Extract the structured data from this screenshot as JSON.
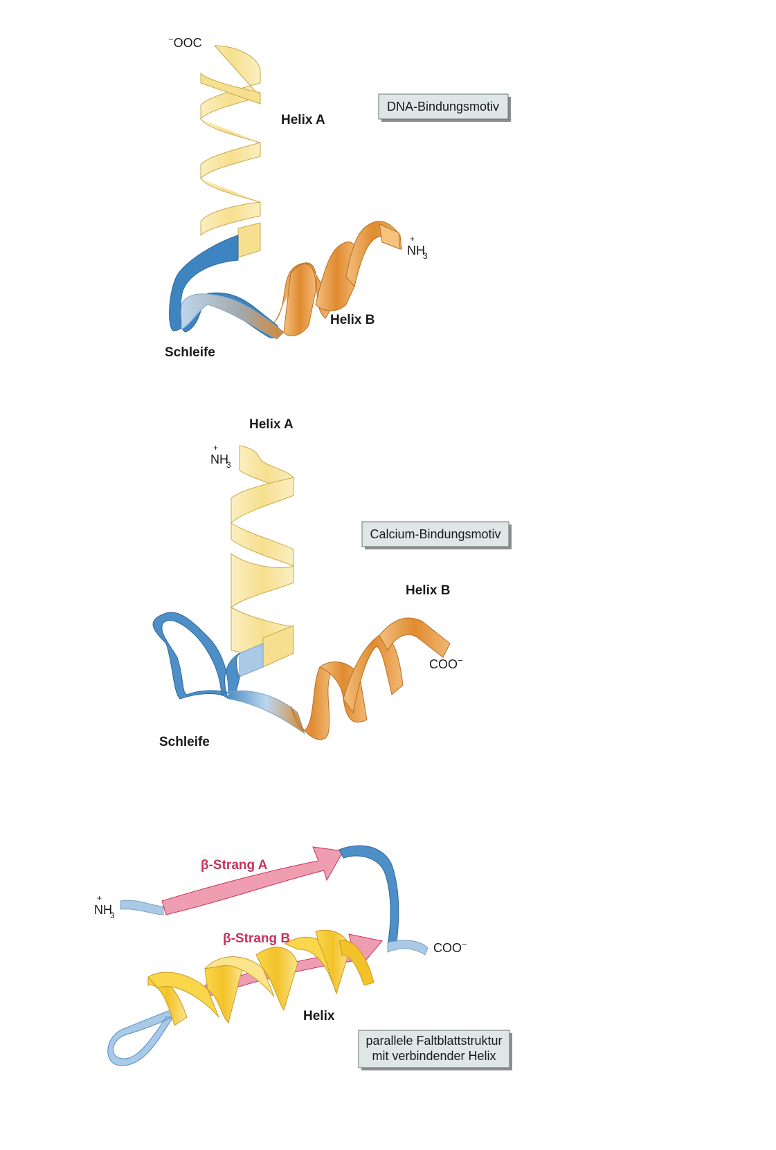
{
  "panel1": {
    "title": "DNA-Bindungsmotiv",
    "helix_a": "Helix A",
    "helix_b": "Helix B",
    "loop": "Schleife",
    "c_terminus": "OOC",
    "n_terminus": "NH",
    "n_sub": "3"
  },
  "panel2": {
    "title": "Calcium-Bindungsmotiv",
    "helix_a": "Helix A",
    "helix_b": "Helix B",
    "loop": "Schleife",
    "n_terminus": "NH",
    "n_sub": "3",
    "c_terminus": "COO"
  },
  "panel3": {
    "title_line1": "parallele Faltblattstruktur",
    "title_line2": "mit verbindender Helix",
    "strand_a": "β-Strang A",
    "strand_b": "β-Strang B",
    "helix": "Helix",
    "n_terminus": "NH",
    "n_sub": "3",
    "c_terminus": "COO"
  },
  "colors": {
    "helix_pale": "#f8e7a2",
    "helix_orange": "#e69a45",
    "loop_blue": "#4d8fc6",
    "strand_pink": "#ef9eb2",
    "strand_text": "#c8325a",
    "box_fill": "#dfe7e6"
  }
}
